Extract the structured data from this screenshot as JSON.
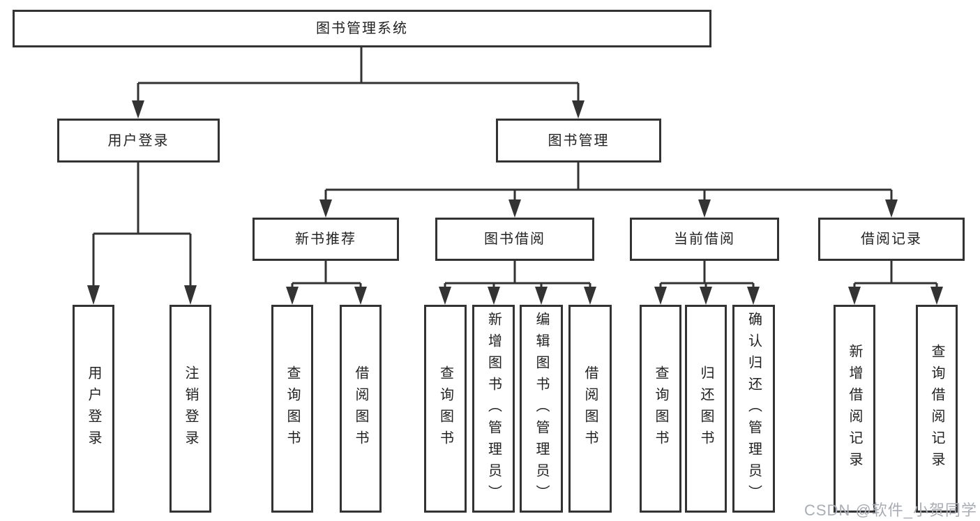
{
  "colors": {
    "line": "#333333",
    "node_border": "#333333",
    "node_text": "#222222",
    "watermark": "#a9adb4",
    "background": "#ffffff"
  },
  "tree": {
    "label": "图书管理系统",
    "children": [
      {
        "label": "用户登录",
        "children": [
          {
            "label": "用户登录"
          },
          {
            "label": "注销登录"
          }
        ]
      },
      {
        "label": "图书管理",
        "children": [
          {
            "label": "新书推荐",
            "children": [
              {
                "label": "查询图书"
              },
              {
                "label": "借阅图书"
              }
            ]
          },
          {
            "label": "图书借阅",
            "children": [
              {
                "label": "查询图书"
              },
              {
                "label": "新增图书（管理员）"
              },
              {
                "label": "编辑图书（管理员）"
              },
              {
                "label": "借阅图书"
              }
            ]
          },
          {
            "label": "当前借阅",
            "children": [
              {
                "label": "查询图书"
              },
              {
                "label": "归还图书"
              },
              {
                "label": "确认归还（管理员）"
              }
            ]
          },
          {
            "label": "借阅记录",
            "children": [
              {
                "label": "新增借阅记录"
              },
              {
                "label": "查询借阅记录"
              }
            ]
          }
        ]
      }
    ]
  },
  "watermark": {
    "text": "CSDN @软件_小贺同学"
  }
}
